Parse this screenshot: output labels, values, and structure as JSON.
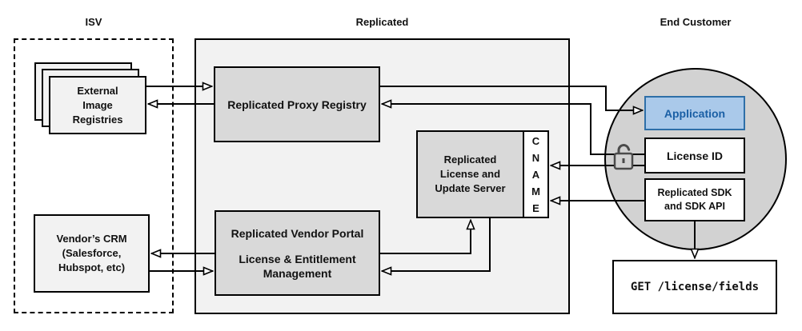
{
  "sections": {
    "isv": "ISV",
    "replicated": "Replicated",
    "end_customer": "End Customer"
  },
  "nodes": {
    "external_registries": [
      "External",
      "Image",
      "Registries"
    ],
    "vendor_crm": [
      "Vendor’s CRM",
      "(Salesforce,",
      "Hubspot, etc)"
    ],
    "proxy_registry": "Replicated Proxy Registry",
    "license_server": [
      "Replicated",
      "License and",
      "Update Server"
    ],
    "cname_letters": [
      "C",
      "N",
      "A",
      "M",
      "E"
    ],
    "vendor_portal": [
      "Replicated Vendor Portal",
      "License & Entitlement",
      "Management"
    ],
    "application": "Application",
    "license_id": "License ID",
    "sdk": [
      "Replicated SDK",
      "and SDK API"
    ],
    "get_endpoint": "GET /license/fields"
  },
  "icons": {
    "lock": "open-padlock-icon"
  },
  "colors": {
    "node_gray": "#d9d9d9",
    "container_gray": "#f2f2f2",
    "circle_gray": "#d2d2d2",
    "app_fill": "#aac9ea",
    "app_border": "#2e6fa8",
    "app_text": "#1a5fa5",
    "line": "#000000",
    "lock_stroke": "#4a4a4a"
  }
}
